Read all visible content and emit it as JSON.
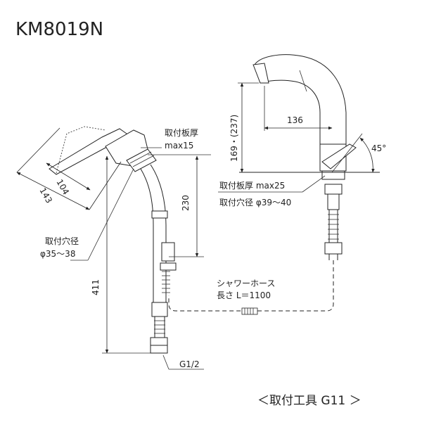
{
  "model": "KM8019N",
  "left_view": {
    "plate_thickness_label": "取付板厚",
    "plate_thickness_value": "max15",
    "dim_104": "104",
    "dim_143": "143",
    "hole_label": "取付穴径",
    "hole_value": "φ35～38",
    "dim_230": "230",
    "dim_411": "411",
    "connection": "G1/2"
  },
  "right_view": {
    "dim_height": "169・(237)",
    "dim_136": "136",
    "angle": "45°",
    "plate_label": "取付板厚 max25",
    "hole_label": "取付穴径 φ39～40"
  },
  "hose": {
    "name": "シャワーホース",
    "length": "長さ L＝1100"
  },
  "tool_note": "＜取付工具 G11 ＞"
}
